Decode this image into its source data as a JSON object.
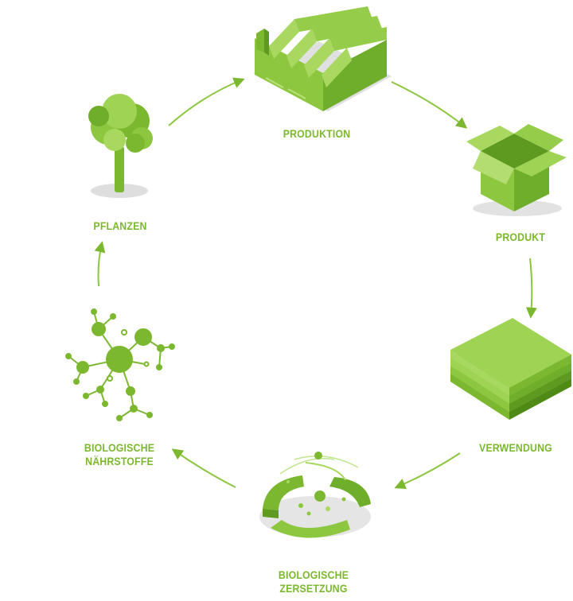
{
  "stages": {
    "produktion": "PRODUKTION",
    "produkt": "PRODUKT",
    "verwendung": "VERWENDUNG",
    "zersetzung_line1": "BIOLOGISCHE",
    "zersetzung_line2": "ZERSETZUNG",
    "naehrstoffe_line1": "BIOLOGISCHE",
    "naehrstoffe_line2": "NÄHRSTOFFE",
    "pflanzen": "PFLANZEN"
  },
  "icons": {
    "produktion": "factory-icon",
    "produkt": "box-icon",
    "verwendung": "layered-sheets-icon",
    "zersetzung": "decomposition-cycle-icon",
    "naehrstoffe": "molecule-network-icon",
    "pflanzen": "tree-icon"
  },
  "colors": {
    "accent": "#7cb82f",
    "light": "#a6d95a",
    "dark": "#5e9a1f",
    "shadow": "#d9d9d9"
  }
}
